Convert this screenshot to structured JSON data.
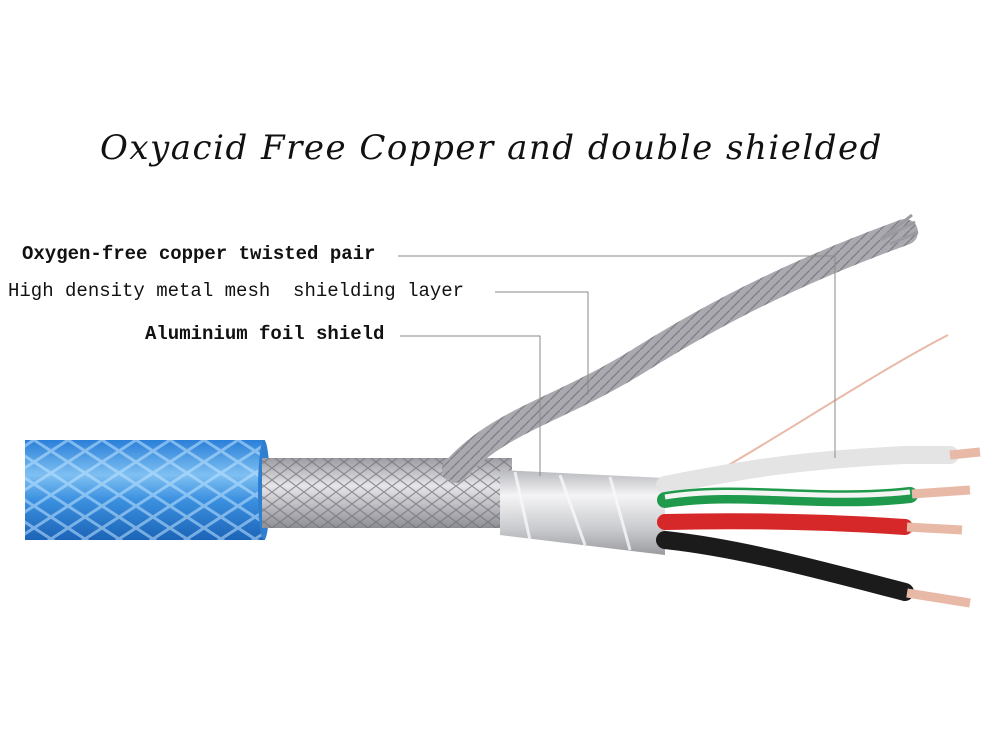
{
  "title": "Oxyacid Free Copper and double shielded",
  "labels": {
    "twisted_pair": "Oxygen-free copper twisted pair",
    "mesh_shield": "High density metal mesh  shielding layer",
    "foil_shield": "Aluminium foil shield"
  },
  "colors": {
    "jacket": "#3d8fe0",
    "braid": "#b9b9bd",
    "foil": "#dcdde0",
    "wire_white": "#e6e6e6",
    "wire_green": "#1f9a4c",
    "wire_red": "#d62828",
    "wire_black": "#1b1b1b",
    "copper": "#e9b9a8"
  }
}
